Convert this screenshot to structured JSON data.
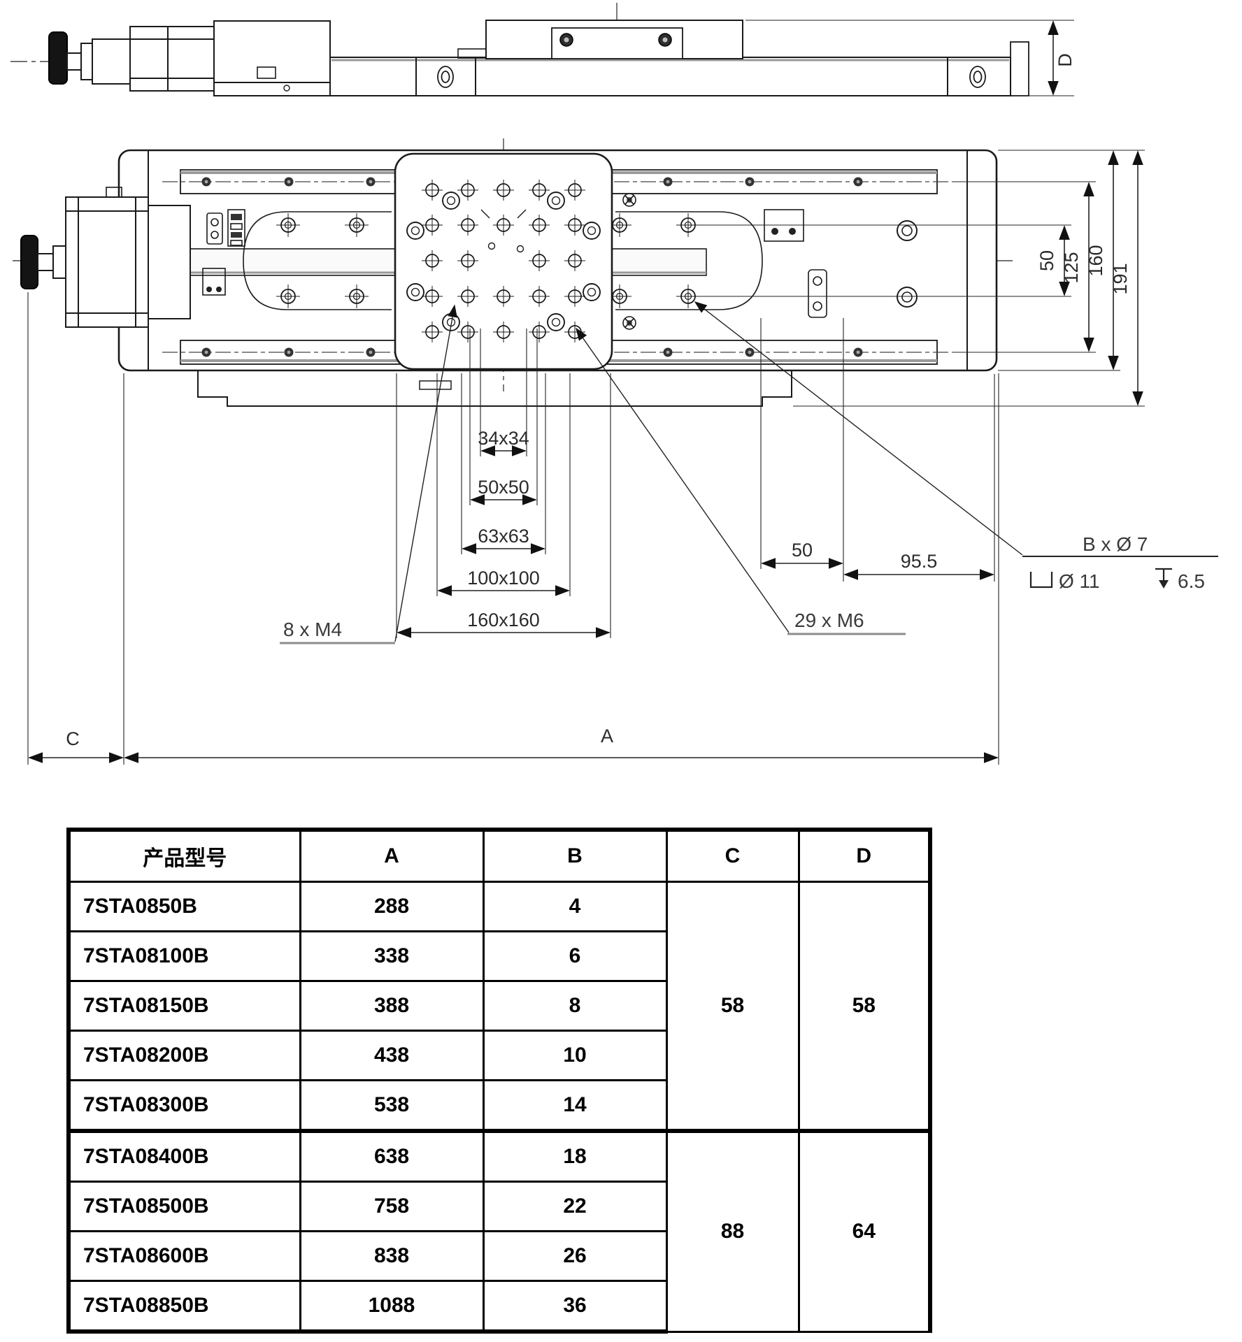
{
  "drawing": {
    "top_view": {
      "dim_d": "D"
    },
    "plan_view": {
      "dims": {
        "v50": "50",
        "v125": "125",
        "v160": "160",
        "v191": "191",
        "sq34": "34x34",
        "sq50": "50x50",
        "sq63": "63x63",
        "sq100": "100x100",
        "sq160": "160x160",
        "h50": "50",
        "h955": "95.5",
        "c": "C",
        "a": "A"
      },
      "leaders": {
        "m4": "8 x  M4",
        "m6": "29 x  M6",
        "b7": "B x Ø 7",
        "cb_dia": "Ø 11",
        "cb_depth": "6.5"
      }
    }
  },
  "table": {
    "headers": [
      "产品型号",
      "A",
      "B",
      "C",
      "D"
    ],
    "rows": [
      {
        "model": "7STA0850B",
        "a": "288",
        "b": "4"
      },
      {
        "model": "7STA08100B",
        "a": "338",
        "b": "6"
      },
      {
        "model": "7STA08150B",
        "a": "388",
        "b": "8"
      },
      {
        "model": "7STA08200B",
        "a": "438",
        "b": "10"
      },
      {
        "model": "7STA08300B",
        "a": "538",
        "b": "14"
      },
      {
        "model": "7STA08400B",
        "a": "638",
        "b": "18"
      },
      {
        "model": "7STA08500B",
        "a": "758",
        "b": "22"
      },
      {
        "model": "7STA08600B",
        "a": "838",
        "b": "26"
      },
      {
        "model": "7STA08850B",
        "a": "1088",
        "b": "36"
      }
    ],
    "groups": [
      {
        "c": "58",
        "d": "58"
      },
      {
        "c": "88",
        "d": "64"
      }
    ]
  }
}
